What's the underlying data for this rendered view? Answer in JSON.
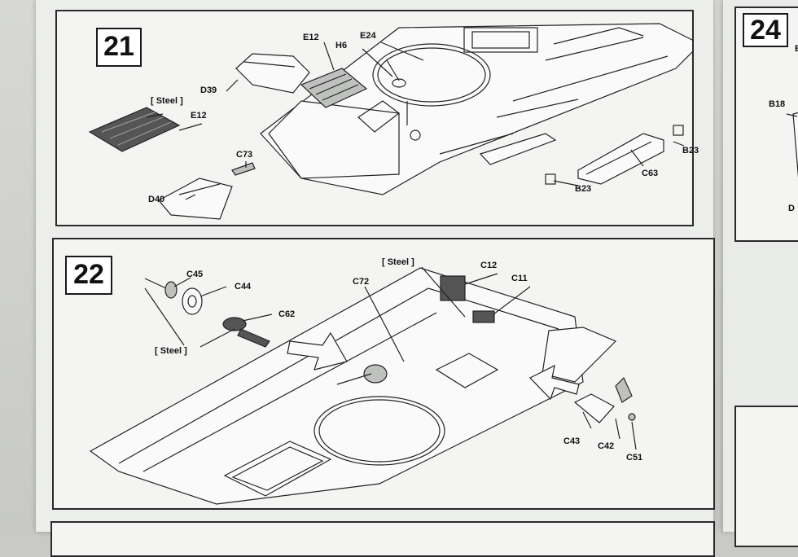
{
  "step21": {
    "number": "21",
    "labels": {
      "d39": "D39",
      "e12_top": "E12",
      "h6": "H6",
      "e24": "E24",
      "steel": "[ Steel ]",
      "e12_side": "E12",
      "c73": "C73",
      "d40": "D40",
      "b23_right": "B23",
      "c63": "C63",
      "b23_bottom": "B23"
    }
  },
  "step22": {
    "number": "22",
    "labels": {
      "c45": "C45",
      "c44": "C44",
      "c62": "C62",
      "steel_left": "[ Steel ]",
      "steel_top": "[ Steel ]",
      "c12": "C12",
      "c72": "C72",
      "c11": "C11",
      "c43": "C43",
      "c42": "C42",
      "c51": "C51"
    }
  },
  "step24": {
    "number": "24",
    "labels": {
      "b18": "B18",
      "edge_e": "E",
      "edge_d": "D"
    }
  },
  "colors": {
    "page": "#eceeec",
    "ink": "#222222",
    "background": "#c9cac7"
  }
}
